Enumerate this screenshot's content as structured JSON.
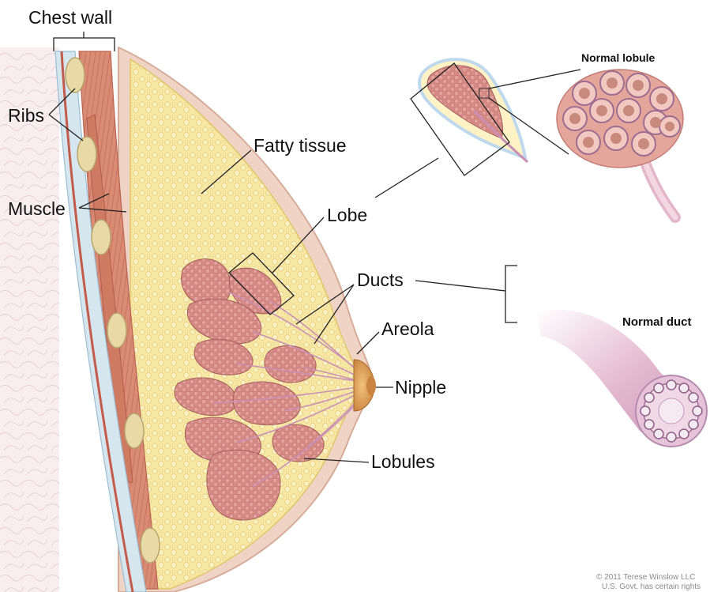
{
  "labels": {
    "chest_wall": "Chest wall",
    "ribs": "Ribs",
    "muscle": "Muscle",
    "fatty_tissue": "Fatty tissue",
    "lobe": "Lobe",
    "ducts": "Ducts",
    "areola": "Areola",
    "nipple": "Nipple",
    "lobules": "Lobules",
    "normal_lobule": "Normal lobule",
    "normal_duct": "Normal duct"
  },
  "copyright": {
    "line1": "© 2011 Terese Winslow LLC",
    "line2": "U.S. Govt. has certain rights"
  },
  "colors": {
    "skin": "#efd4c6",
    "fat": "#f6e7a4",
    "fat_outline": "#e2c56a",
    "muscle": "#d98b74",
    "rib": "#e8d9a6",
    "lobule": "#d98e89",
    "duct": "#c990b6",
    "areola": "#d79a5d"
  }
}
